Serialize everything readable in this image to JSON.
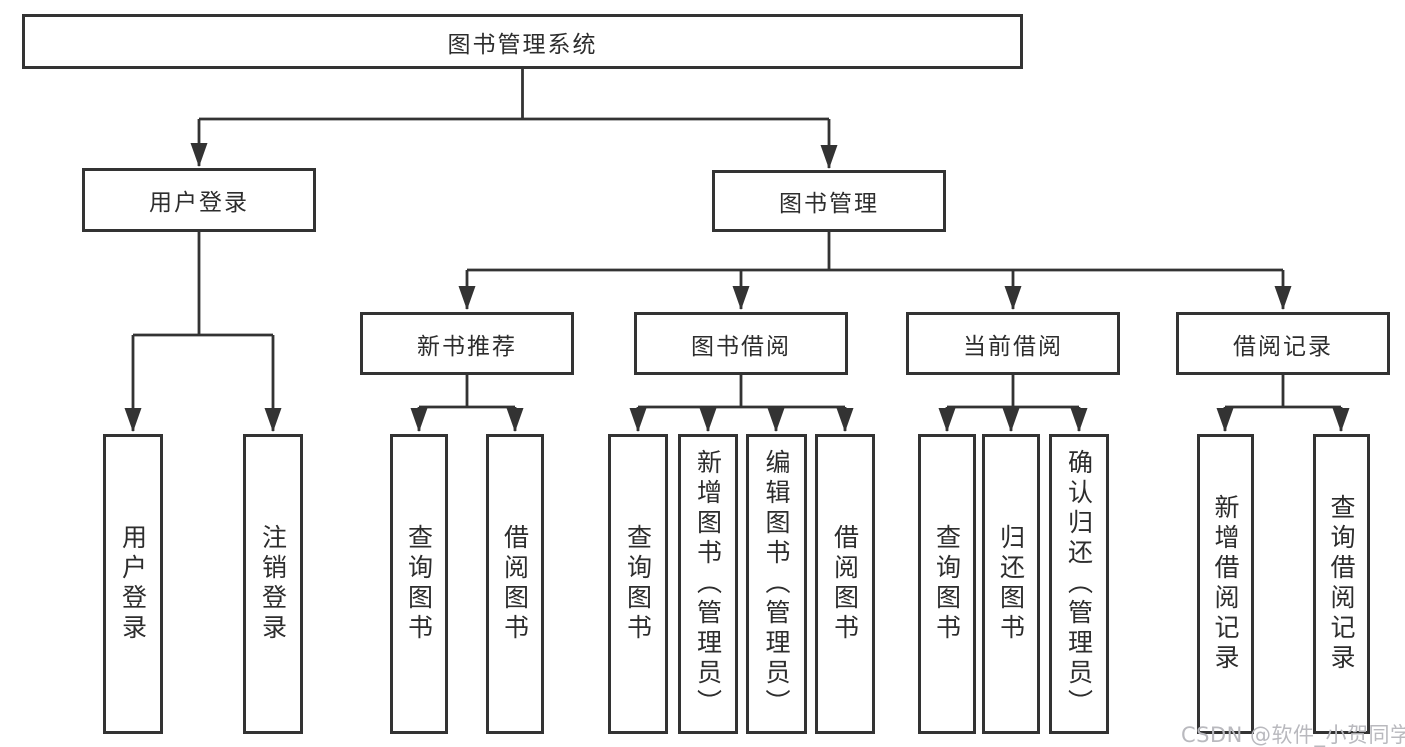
{
  "diagram": {
    "root": {
      "label": "图书管理系统"
    },
    "level2": {
      "user_login": {
        "label": "用户登录"
      },
      "book_management": {
        "label": "图书管理"
      }
    },
    "level3": {
      "new_book_recommend": {
        "label": "新书推荐"
      },
      "book_borrow": {
        "label": "图书借阅"
      },
      "current_borrow": {
        "label": "当前借阅"
      },
      "borrow_record": {
        "label": "借阅记录"
      }
    },
    "leaves": {
      "user": [
        "用户登录",
        "注销登录"
      ],
      "newbook": [
        "查询图书",
        "借阅图书"
      ],
      "borrow": [
        "查询图书",
        "新增图书（管理员）",
        "编辑图书（管理员）",
        "借阅图书"
      ],
      "current": [
        "查询图书",
        "归还图书",
        "确认归还（管理员）"
      ],
      "record": [
        "新增借阅记录",
        "查询借阅记录"
      ]
    },
    "colors": {
      "line": "#333333",
      "box_border": "#333333",
      "text": "#2d2d2d",
      "watermark_text": "#b9b9be",
      "background": "#ffffff"
    },
    "watermark": "CSDN @软件_小贺同学"
  }
}
